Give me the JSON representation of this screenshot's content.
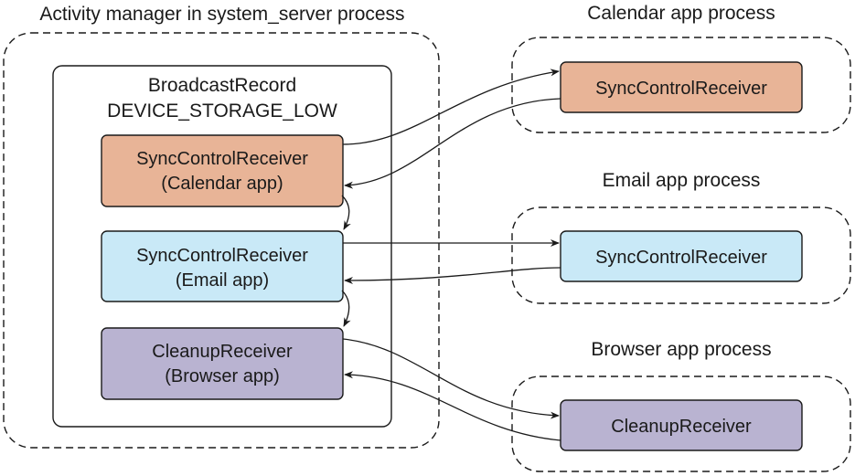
{
  "system_process": {
    "title": "Activity manager in system_server process",
    "record": {
      "title_line1": "BroadcastRecord",
      "title_line2": "DEVICE_STORAGE_LOW",
      "receivers": [
        {
          "line1": "SyncControlReceiver",
          "line2": "(Calendar app)",
          "color": "#e8b497"
        },
        {
          "line1": "SyncControlReceiver",
          "line2": "(Email app)",
          "color": "#c9e9f7"
        },
        {
          "line1": "CleanupReceiver",
          "line2": "(Browser app)",
          "color": "#b9b3d1"
        }
      ]
    }
  },
  "app_processes": [
    {
      "title": "Calendar app process",
      "receiver": "SyncControlReceiver",
      "color": "#e8b497"
    },
    {
      "title": "Email app process",
      "receiver": "SyncControlReceiver",
      "color": "#c9e9f7"
    },
    {
      "title": "Browser app process",
      "receiver": "CleanupReceiver",
      "color": "#b9b3d1"
    }
  ]
}
